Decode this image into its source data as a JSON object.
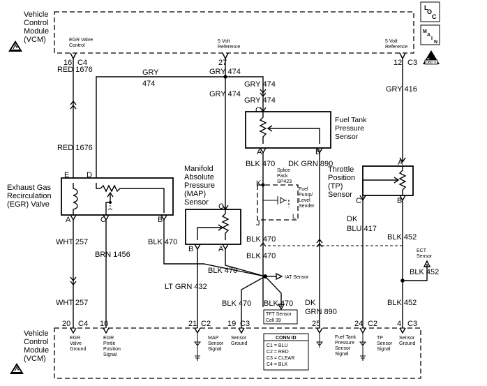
{
  "vcm_top": {
    "title": [
      "Vehicle",
      "Control",
      "Module",
      "(VCM)"
    ]
  },
  "vcm_bottom": {
    "title": [
      "Vehicle",
      "Control",
      "Module",
      "(VCM)"
    ]
  },
  "badges": {
    "loc": "LOC",
    "main": "MAIN",
    "obd": "OBD II"
  },
  "top_terminals": {
    "egr_control": "EGR Valve\nControl",
    "ref1": "5 Volt\nReference",
    "ref2": "5 Volt\nReference",
    "p16": "16",
    "c4a": "C4",
    "p27": "27",
    "p12": "12",
    "c3a": "C3"
  },
  "wires": {
    "red1676a": "RED  1676",
    "red1676b": "RED  1676",
    "gry474a": "GRY",
    "gry474a_n": "474",
    "gry474b": "GRY  474",
    "gry474c": "GRY  474",
    "gry474d": "GRY  474",
    "gry474e": "GRY  474",
    "gry416": "GRY  416",
    "wht257a": "WHT  257",
    "wht257b": "WHT  257",
    "brn1456": "BRN  1456",
    "blk470a": "BLK  470",
    "blk470b": "BLK  470",
    "blk470c": "BLK  470",
    "blk470d": "BLK  470",
    "blk470e": "BLK  470",
    "blk470f": "BLK  470",
    "blk470g": "BLK  470",
    "blk470h": "BLK  470",
    "dkgrn890a": "DK GRN  890",
    "dkgrn890b_1": "DK",
    "dkgrn890b_2": "GRN  890",
    "ltgrn432": "LT GRN  432",
    "dkblu417_1": "DK",
    "dkblu417_2": "BLU  417",
    "blk452a": "BLK  452",
    "blk452b": "BLK  452",
    "blk452c": "BLK  452"
  },
  "components": {
    "egr": [
      "Exhaust Gas",
      "Recirculation",
      "(EGR) Valve"
    ],
    "map": [
      "Manifold",
      "Absolute",
      "Pressure",
      "(MAP)",
      "Sensor"
    ],
    "ftp": [
      "Fuel Tank",
      "Pressure",
      "Sensor"
    ],
    "tp": [
      "Throttle",
      "Position",
      "(TP)",
      "Sensor"
    ],
    "ect": [
      "ECT",
      "Sensor"
    ],
    "splice": [
      "Splice",
      "Pack",
      "SP423"
    ],
    "fuel_pump": [
      "Fuel",
      "Pump/",
      "Level",
      "Sender"
    ],
    "iat": "IAT Sensor",
    "tft_1": "TFT Sensor",
    "tft_2": "Cell 39"
  },
  "pins": {
    "egr_e": "E",
    "egr_d": "D",
    "egr_a": "A",
    "egr_c": "C",
    "egr_b": "B",
    "map_c": "C",
    "map_b": "B",
    "map_a": "A",
    "ftp_c": "C",
    "ftp_a": "A",
    "ftp_b": "B",
    "tp_a": "A",
    "tp_c": "C",
    "tp_b": "B",
    "sp_k": "K",
    "sp_j": "J",
    "sp_l": "L"
  },
  "bottom_terminals": {
    "p20": "20",
    "c4b": "C4",
    "egr_ground": "EGR\nValve\nGround",
    "p10": "10",
    "egr_pintle": "EGR\nPintle\nPosition\nSignal",
    "p21": "21",
    "c2a": "C2",
    "map_signal": "MAP\nSensor\nSignal",
    "p19": "19",
    "c3b": "C3",
    "sensor_ground1": "Sensor\nGround",
    "p25": "25",
    "ftp_signal": "Fuel Tank\nPressure\nSensor\nSignal",
    "p24": "24",
    "c2b": "C2",
    "tp_signal": "TP\nSensor\nSignal",
    "p4": "4",
    "c3c": "C3",
    "sensor_ground2": "Sensor\nGround"
  },
  "conn_id": {
    "title": "CONN ID",
    "rows": [
      "C1 = BLU",
      "C2 = RED",
      "C3 = CLEAR",
      "C4 = BLK"
    ]
  }
}
